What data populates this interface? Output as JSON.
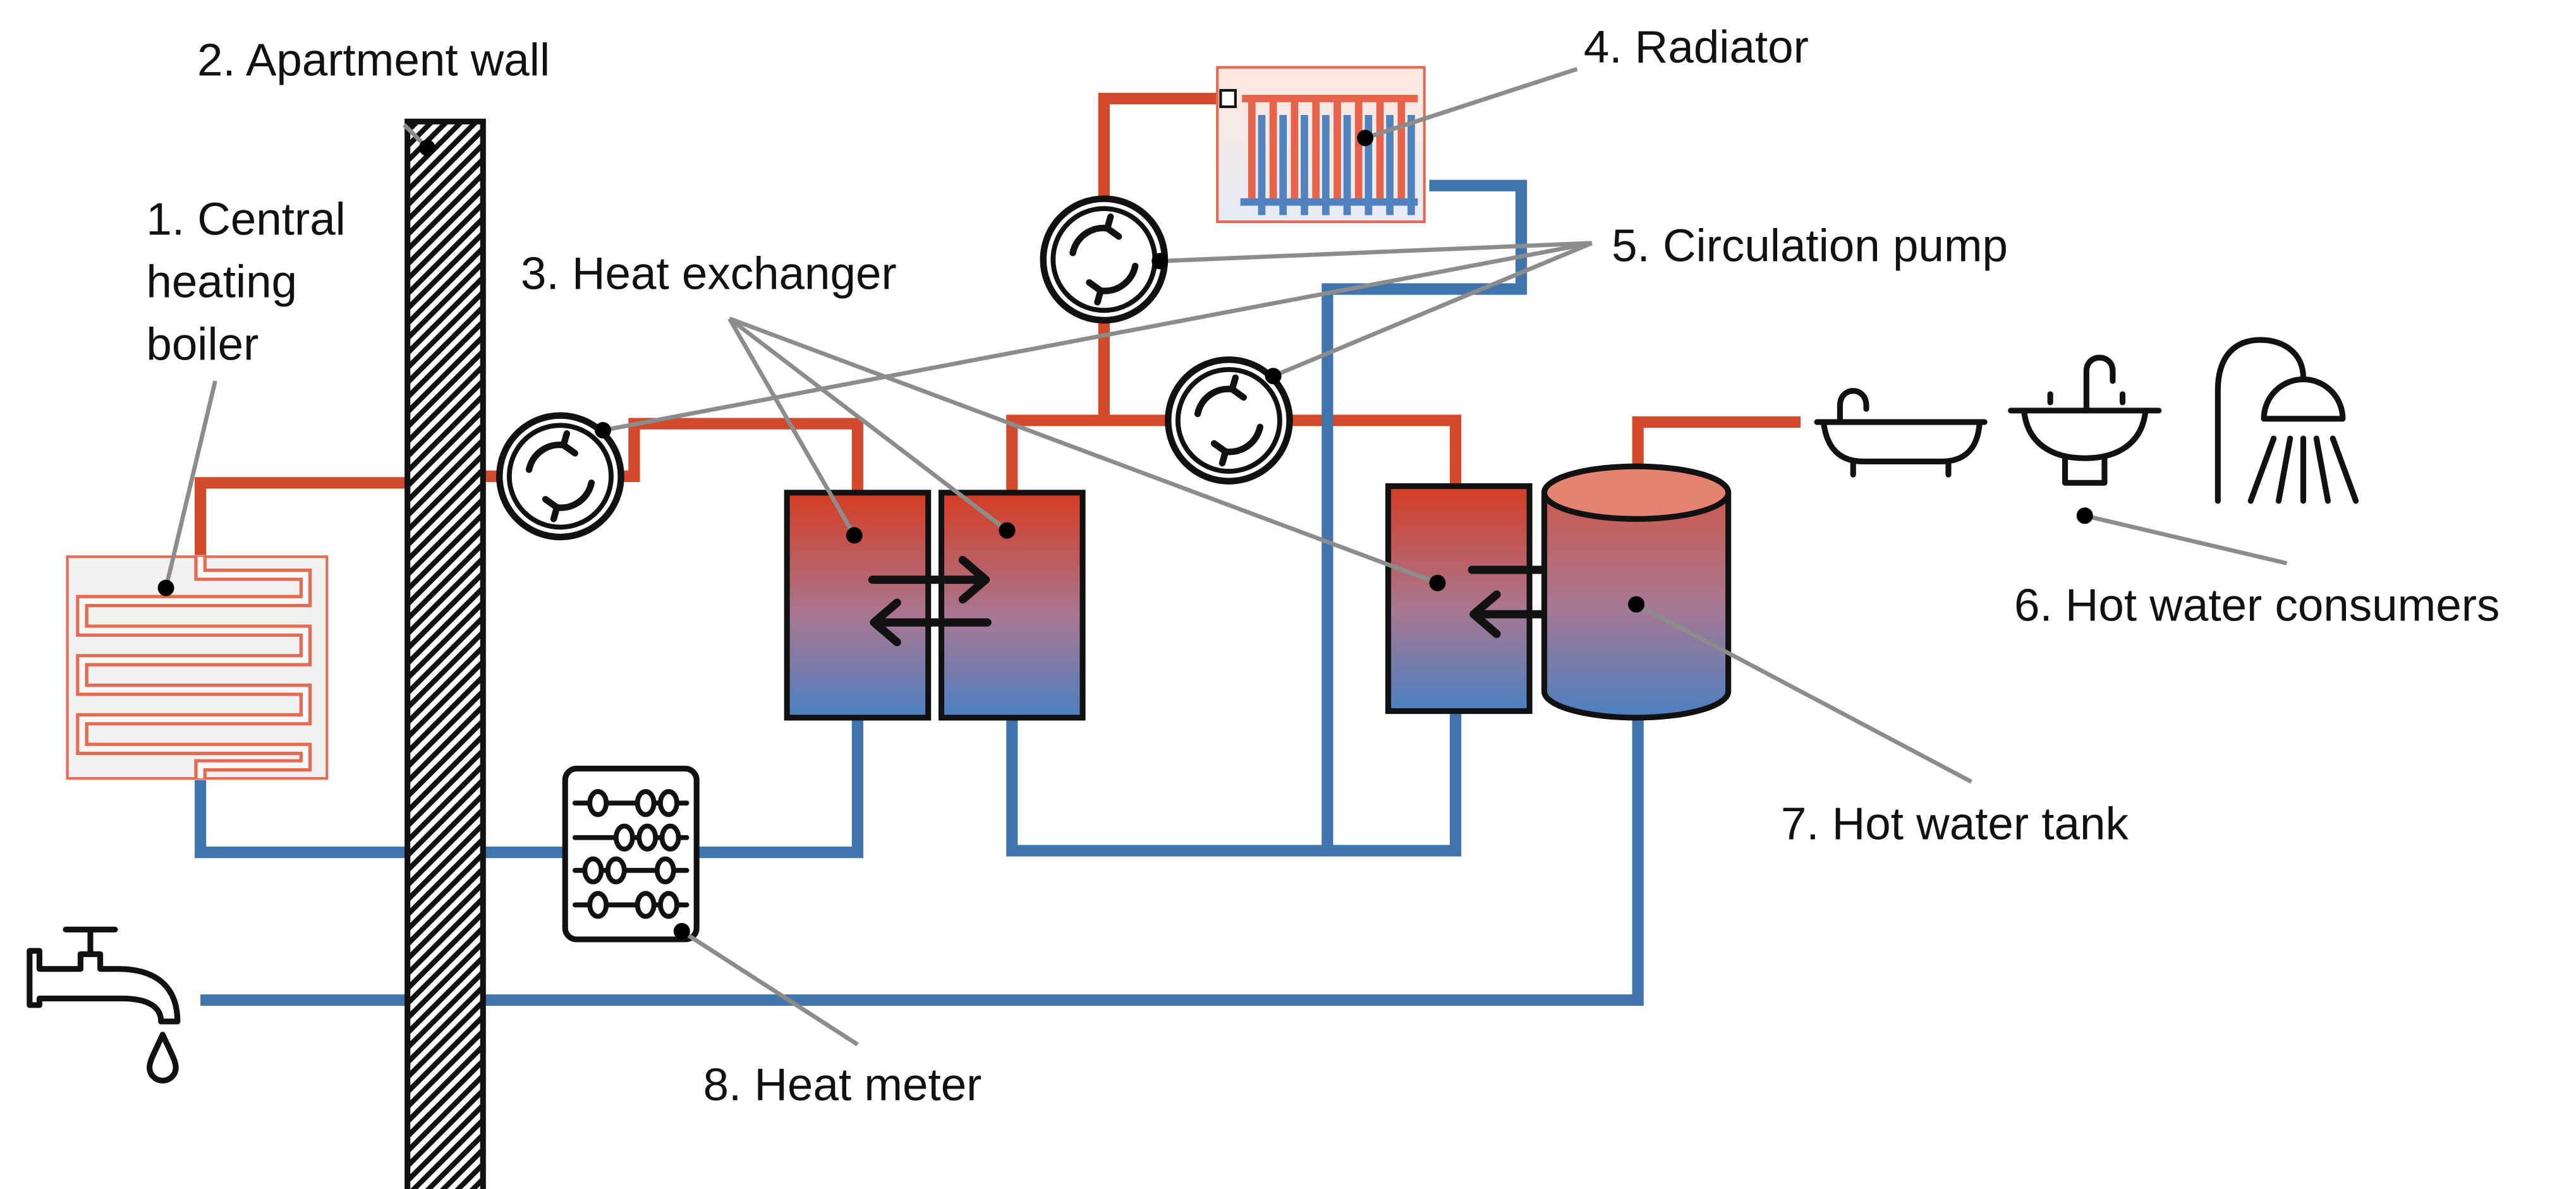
{
  "labels": {
    "boiler": [
      "1. Central",
      "heating",
      "boiler"
    ],
    "wall": "2. Apartment wall",
    "exchanger": "3. Heat exchanger",
    "radiator": "4. Radiator",
    "pump": "5. Circulation pump",
    "consumers": "6. Hot water consumers",
    "tank": "7. Hot water tank",
    "meter": "8. Heat meter"
  },
  "colors": {
    "hot_pipe": "#d24a2b",
    "cold_pipe": "#3f74ad",
    "hot_fill": "#d63c23",
    "cold_fill": "#4b80c2",
    "leader": "#8c8c8c",
    "ink": "#111111"
  },
  "icons": {
    "tap": "faucet-icon",
    "bathtub": "bathtub-icon",
    "sink": "sink-icon",
    "shower": "shower-icon"
  }
}
